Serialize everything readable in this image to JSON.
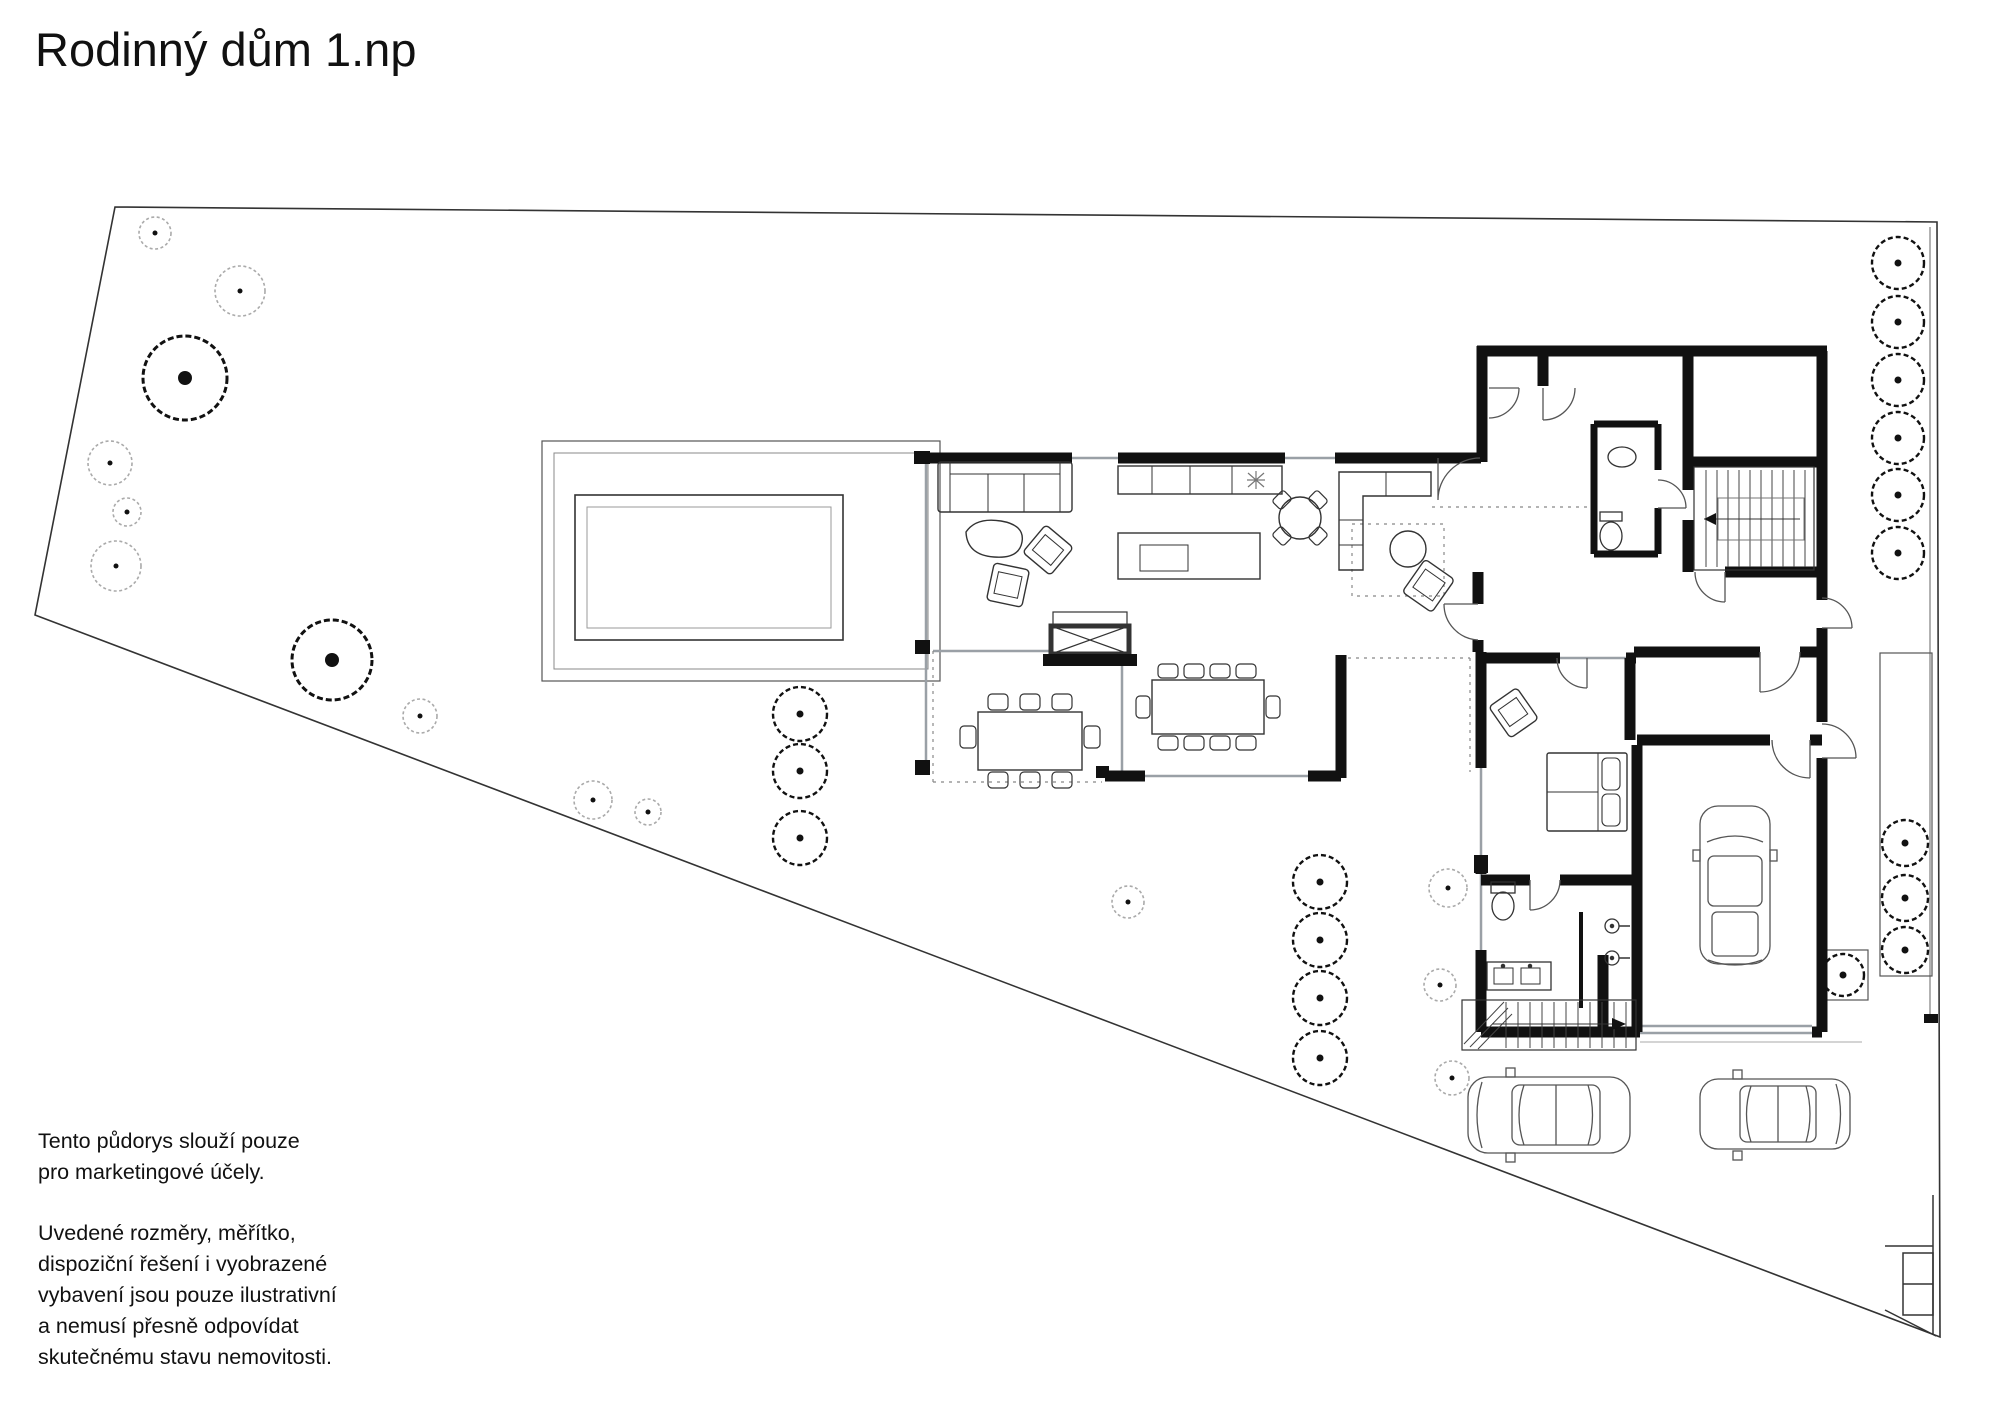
{
  "page": {
    "background_color": "#ffffff",
    "ink_color": "#111111",
    "accent_gray": "#9aa0a6"
  },
  "header": {
    "title": "Rodinný dům 1.np"
  },
  "disclaimer": {
    "paragraph1": "Tento půdorys slouží pouze\npro marketingové účely.",
    "paragraph2": "Uvedené rozměry, měřítko,\ndispoziční řešení i vyobrazené\nvybavení jsou pouze ilustrativní\na nemusí přesně odpovídat\nskutečnému stavu nemovitosti."
  },
  "plan": {
    "type": "architectural-floor-plan",
    "floor": "1.np",
    "depicted_elements": [
      "plot-boundary",
      "garden-trees",
      "swimming-pool",
      "pool-terrace",
      "living-room-sofa",
      "kitchen-counter",
      "kitchen-island",
      "round-table",
      "corner-sofa",
      "fireplace",
      "dining-table-terrace",
      "dining-table-room",
      "bedroom-bed",
      "bathroom-vanity",
      "toilet",
      "shower",
      "wc-sink",
      "interior-staircase",
      "exterior-staircase",
      "garage-car",
      "driveway-car-left",
      "driveway-car-right",
      "planter-strip",
      "waste-enclosure"
    ]
  }
}
